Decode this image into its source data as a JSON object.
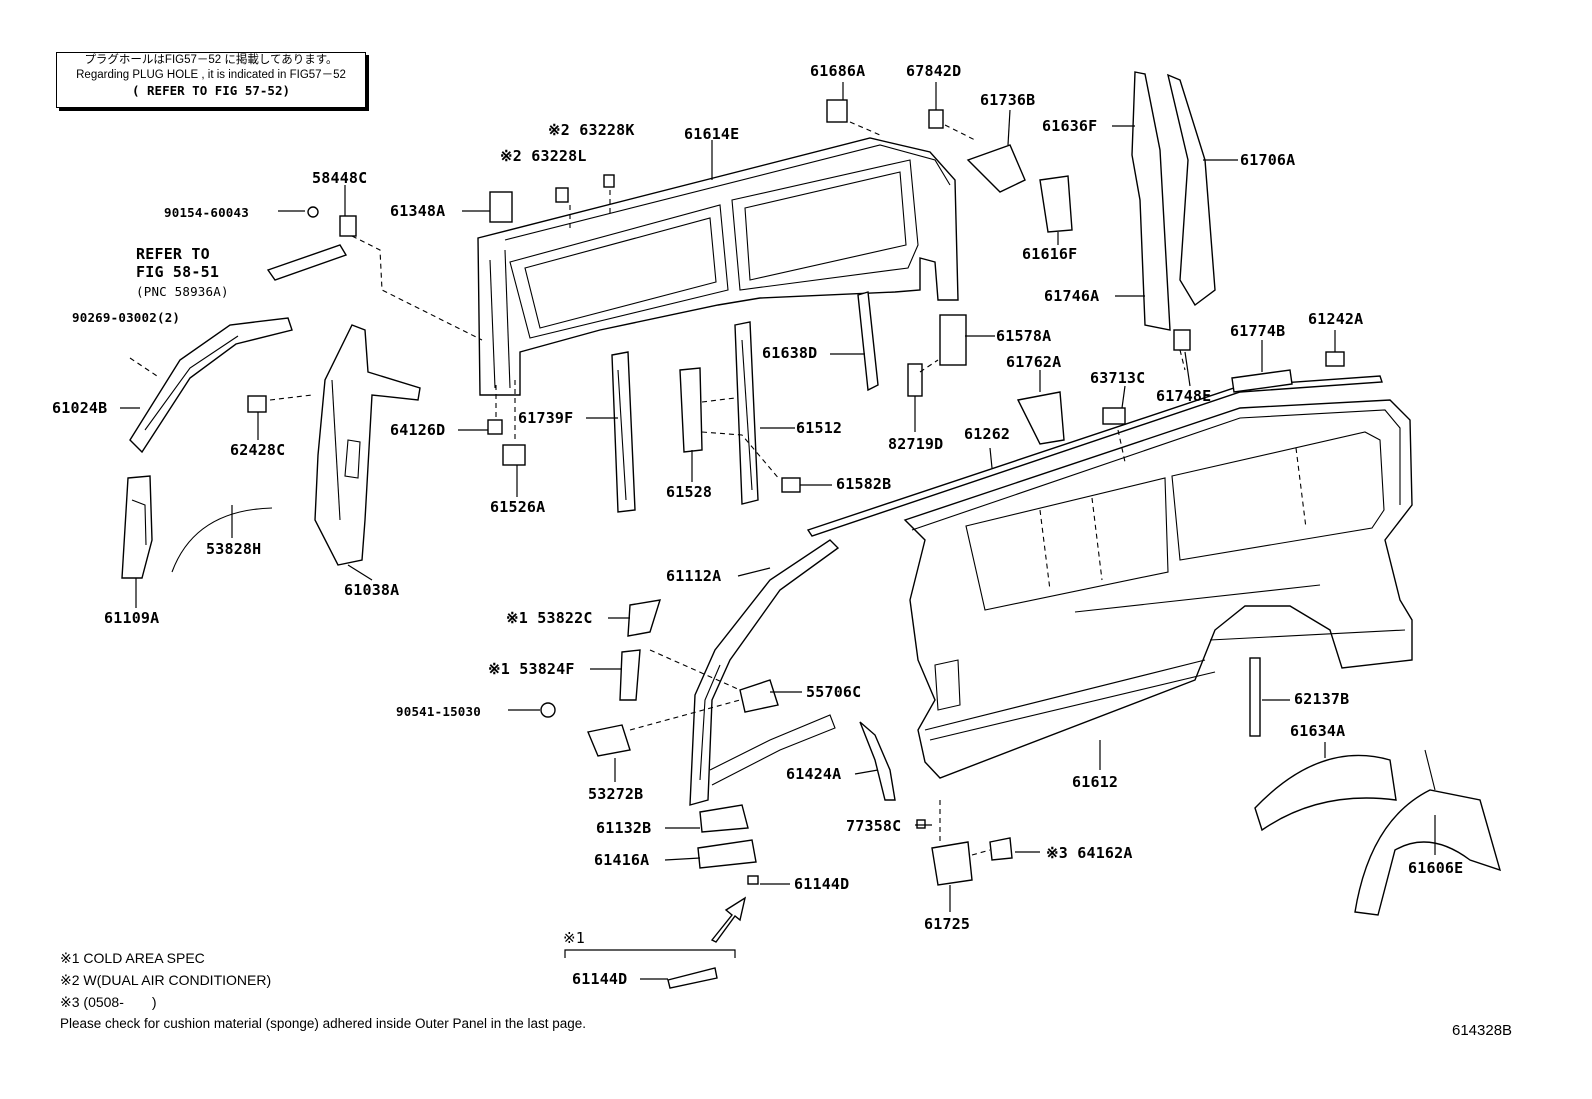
{
  "note": {
    "line1": "プラグホールはFIG57－52 に掲載してあります。",
    "line2": "Regarding PLUG HOLE , it is indicated in FIG57－52",
    "line3": "( REFER TO FIG 57-52)"
  },
  "refer": {
    "line1": "REFER TO",
    "line2": "FIG 58-51",
    "line3": "(PNC 58936A)"
  },
  "labels": {
    "p61686A": "61686A",
    "p67842D": "67842D",
    "p61736B": "61736B",
    "p61636F": "61636F",
    "p61706A": "61706A",
    "p63228K": "※2 63228K",
    "p63228L": "※2 63228L",
    "p61614E": "61614E",
    "p58448C": "58448C",
    "p90154": "90154-60043",
    "p61348A": "61348A",
    "p61616F": "61616F",
    "p61746A": "61746A",
    "p90269": "90269-03002(2)",
    "p61578A": "61578A",
    "p61774B": "61774B",
    "p61242A": "61242A",
    "p61638D": "61638D",
    "p61762A": "61762A",
    "p63713C": "63713C",
    "p61748E": "61748E",
    "p61024B": "61024B",
    "p62428C": "62428C",
    "p64126D": "64126D",
    "p61739F": "61739F",
    "p61512": "61512",
    "p82719D": "82719D",
    "p61262": "61262",
    "p61526A": "61526A",
    "p61528": "61528",
    "p61582B": "61582B",
    "p53828H": "53828H",
    "p61038A": "61038A",
    "p61109A": "61109A",
    "p61112A": "61112A",
    "p53822C": "※1 53822C",
    "p53824F": "※1 53824F",
    "p55706C": "55706C",
    "p90541": "90541-15030",
    "p62137B": "62137B",
    "p61634A": "61634A",
    "p61424A": "61424A",
    "p61612": "61612",
    "p53272B": "53272B",
    "p77358C": "77358C",
    "p61132B": "61132B",
    "p64162A": "※3 64162A",
    "p61416A": "61416A",
    "p61606E": "61606E",
    "p61144D": "61144D",
    "p61725": "61725",
    "p_mark1": "※1",
    "p61144D_b": "61144D"
  },
  "footnotes": {
    "n1": "※1 COLD AREA SPEC",
    "n2": "※2 W(DUAL AIR CONDITIONER)",
    "n3": "※3 (0508-　　)",
    "n4": "Please check for cushion material (sponge) adhered inside Outer Panel in the last page."
  },
  "figure_id": "614328B"
}
